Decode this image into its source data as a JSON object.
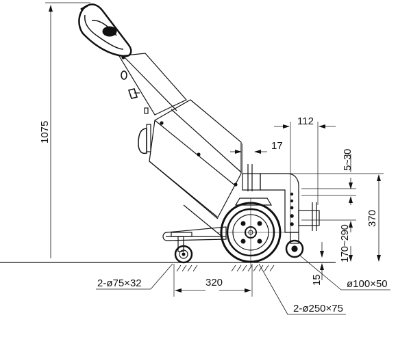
{
  "drawing": {
    "subject": "Electric tug side elevation",
    "dimensions": {
      "overall_height": "1075",
      "hitch_offset": "112",
      "hitch_gap": "17",
      "hitch_adjust": "5~30",
      "hitch_height": "370",
      "hitch_range": "170~290",
      "wheelbase": "320",
      "ground_clearance": "15"
    },
    "callouts": {
      "caster_wheels": "2-ø75×32",
      "drive_wheels": "2-ø250×75",
      "rear_wheel": "ø100×50"
    }
  },
  "colors": {
    "line": "#111111",
    "background": "#ffffff"
  }
}
